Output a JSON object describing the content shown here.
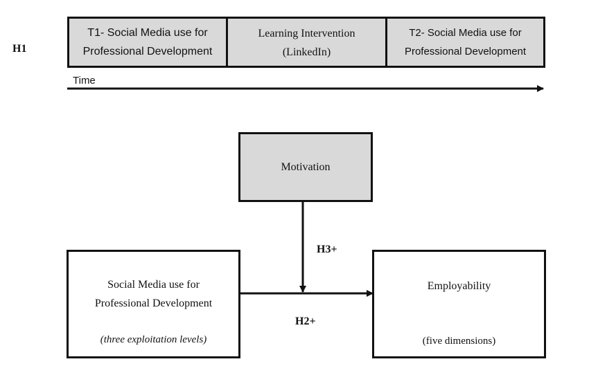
{
  "h1": {
    "label": "H1",
    "timeline": {
      "stages": [
        {
          "line1": "T1- Social Media use for",
          "line2": "Professional Development"
        },
        {
          "line1": "Learning Intervention",
          "line2": "(LinkedIn)"
        },
        {
          "line1": "T2- Social Media use for",
          "line2": "Professional Development"
        }
      ],
      "axis_label": "Time"
    }
  },
  "model": {
    "motivation": "Motivation",
    "predictor": {
      "line1": "Social Media use for",
      "line2": "Professional Development",
      "note": "(three exploitation levels)"
    },
    "outcome": {
      "line1": "Employability",
      "note": "(five dimensions)"
    },
    "h2_label": "H2+",
    "h3_label": "H3+"
  }
}
